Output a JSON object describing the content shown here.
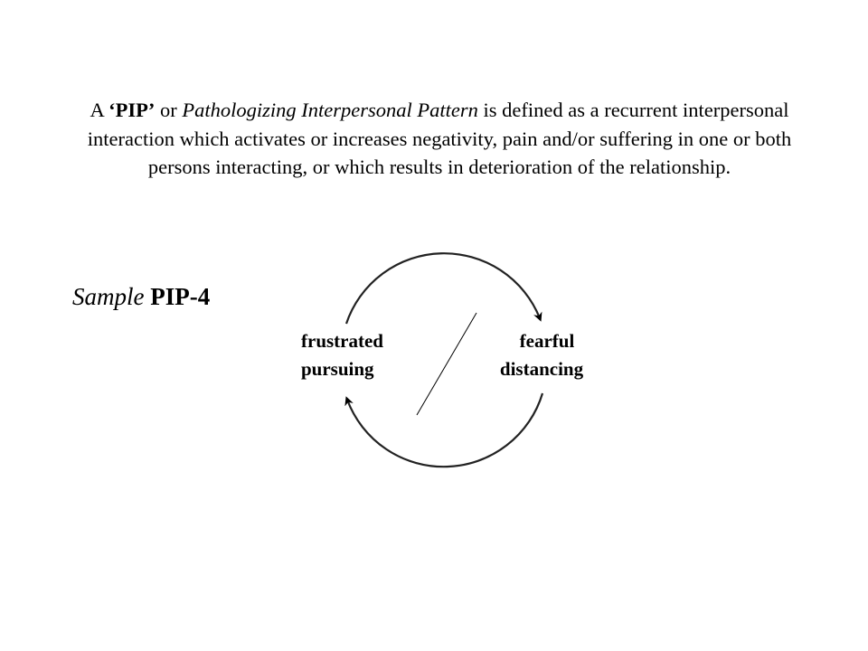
{
  "definition": {
    "prefix": "A ",
    "open_quote": "‘",
    "acronym": "PIP",
    "close_quote": "’",
    "or": " or ",
    "term": "Pathologizing Interpersonal Pattern",
    "body": " is defined as a recurrent interpersonal interaction which activates or increases negativity, pain and/or suffering in one or both persons interacting, or which results in deterioration of the relationship."
  },
  "sample": {
    "italic": "Sample",
    "bold": "PIP-4"
  },
  "diagram": {
    "left_label": [
      "frustrated",
      "pursuing"
    ],
    "right_label": [
      "fearful",
      "distancing"
    ]
  }
}
